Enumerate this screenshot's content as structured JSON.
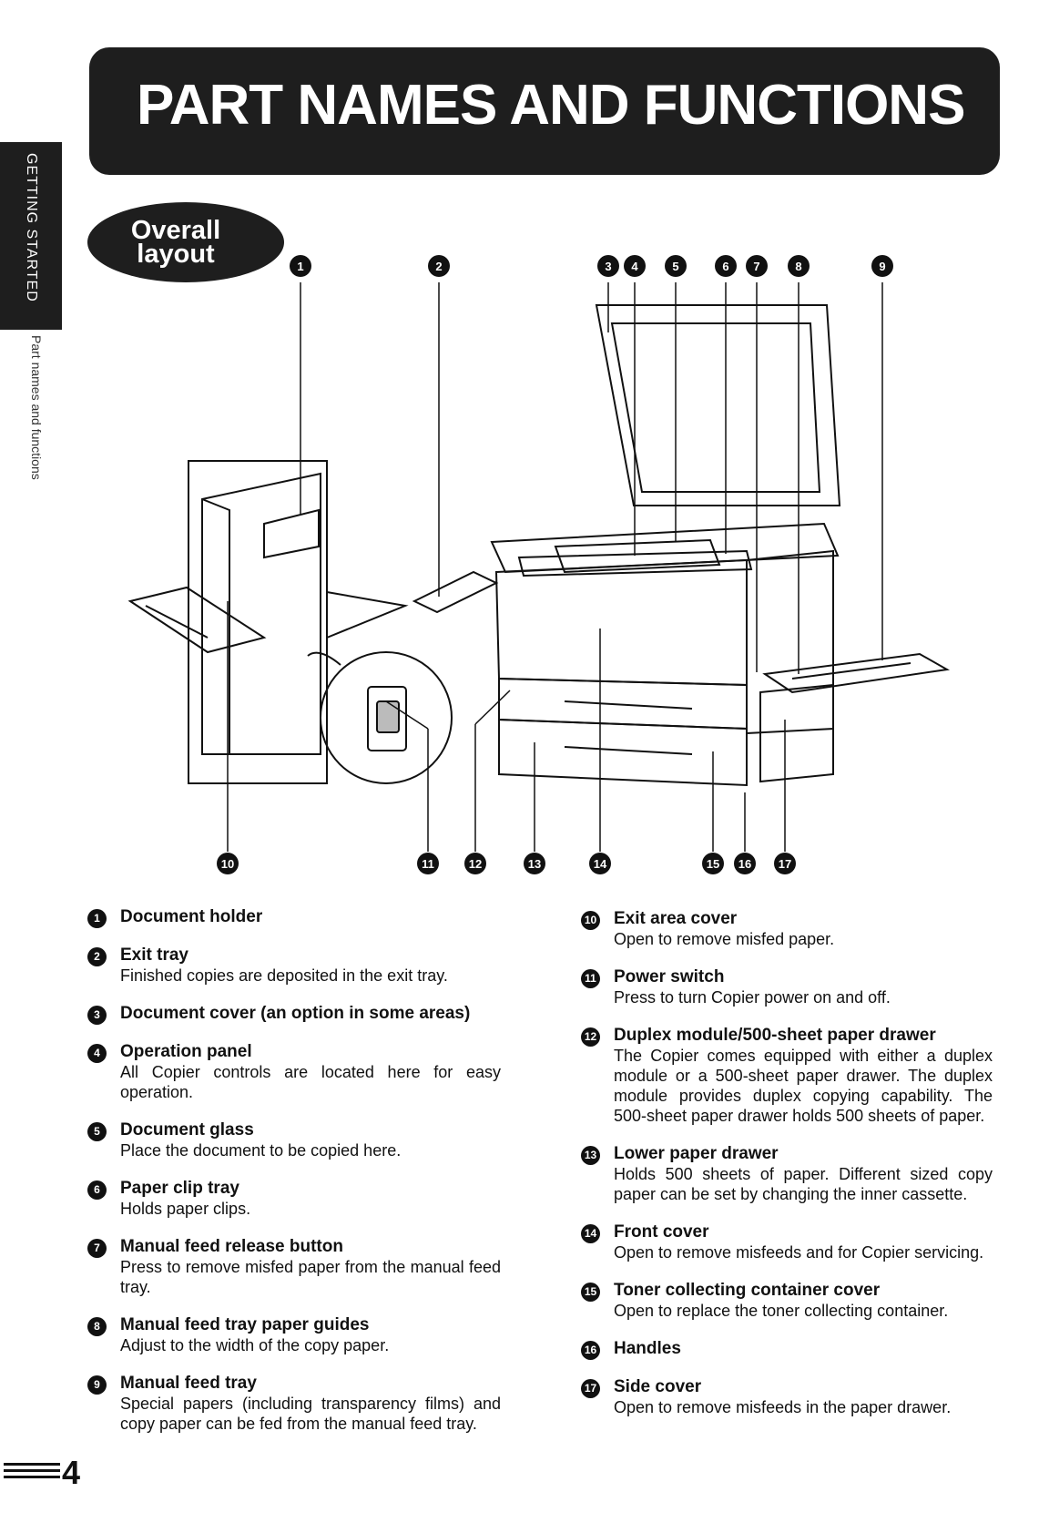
{
  "header": {
    "title": "PART NAMES AND FUNCTIONS"
  },
  "sidebar": {
    "tab_label": "GETTING STARTED",
    "section_label": "Part names and functions"
  },
  "diagram": {
    "heading": [
      "Overall",
      "layout"
    ],
    "callouts": [
      "1",
      "2",
      "3",
      "4",
      "5",
      "6",
      "7",
      "8",
      "9",
      "10",
      "11",
      "12",
      "13",
      "14",
      "15",
      "16",
      "17"
    ]
  },
  "parts_left": [
    {
      "num": "1",
      "title": "Document holder",
      "desc": ""
    },
    {
      "num": "2",
      "title": "Exit tray",
      "desc": "Finished copies are deposited in the exit tray."
    },
    {
      "num": "3",
      "title": "Document cover (an option in some areas)",
      "desc": ""
    },
    {
      "num": "4",
      "title": "Operation panel",
      "desc": "All Copier controls are located here for easy operation."
    },
    {
      "num": "5",
      "title": "Document glass",
      "desc": "Place the document to be copied here."
    },
    {
      "num": "6",
      "title": "Paper clip tray",
      "desc": "Holds paper clips."
    },
    {
      "num": "7",
      "title": "Manual feed release button",
      "desc": "Press to remove misfed paper from the manual feed tray."
    },
    {
      "num": "8",
      "title": "Manual feed tray paper guides",
      "desc": "Adjust to the width of the copy paper."
    },
    {
      "num": "9",
      "title": "Manual feed tray",
      "desc": "Special papers (including transparency films) and copy paper can be fed from the manual feed tray."
    }
  ],
  "parts_right": [
    {
      "num": "10",
      "title": "Exit area cover",
      "desc": "Open to remove misfed paper."
    },
    {
      "num": "11",
      "title": "Power switch",
      "desc": "Press to turn Copier power on and off."
    },
    {
      "num": "12",
      "title": "Duplex module/500-sheet paper drawer",
      "desc": "The Copier comes equipped with either a duplex module or a 500-sheet paper drawer. The duplex module provides duplex copying capability. The 500-sheet paper drawer holds 500 sheets of paper."
    },
    {
      "num": "13",
      "title": "Lower paper drawer",
      "desc": "Holds 500 sheets of paper. Different sized copy paper can be set by changing the inner cassette."
    },
    {
      "num": "14",
      "title": "Front cover",
      "desc": "Open to remove misfeeds and for Copier servicing."
    },
    {
      "num": "15",
      "title": "Toner collecting container cover",
      "desc": "Open to replace the toner collecting container."
    },
    {
      "num": "16",
      "title": "Handles",
      "desc": ""
    },
    {
      "num": "17",
      "title": "Side cover",
      "desc": "Open to remove misfeeds in the paper drawer."
    }
  ],
  "footer": {
    "page_number": "4"
  }
}
